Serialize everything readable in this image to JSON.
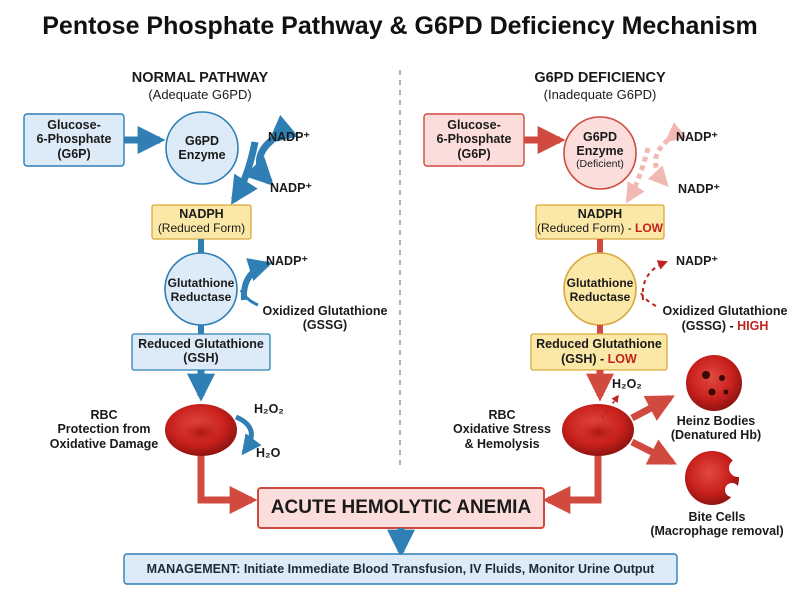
{
  "title": "Pentose Phosphate Pathway & G6PD Deficiency Mechanism",
  "normal": {
    "heading": "NORMAL PATHWAY",
    "subheading": "(Adequate G6PD)",
    "g6p": "Glucose-\n6-Phosphate\n(G6P)",
    "enzyme": "G6PD\nEnzyme",
    "nadp_top": "NADP⁺",
    "nadp_bottom": "NADP⁺",
    "nadph": "NADPH",
    "nadph_sub": "(Reduced Form)",
    "reductase": "Glutathione\nReductase",
    "nadp_red": "NADP⁺",
    "gssg": "Oxidized Glutathione\n(GSSG)",
    "gsh": "Reduced Glutathione\n(GSH)",
    "rbc_label": "RBC\nProtection from\nOxidative Damage",
    "h2o2": "H₂O₂",
    "h2o": "H₂O"
  },
  "deficiency": {
    "heading": "G6PD DEFICIENCY",
    "subheading": "(Inadequate G6PD)",
    "g6p": "Glucose-\n6-Phosphate\n(G6P)",
    "enzyme": "G6PD\nEnzyme",
    "enzyme_sub": "(Deficient)",
    "nadp_top": "NADP⁺",
    "nadp_bottom": "NADP⁺",
    "nadph": "NADPH",
    "nadph_sub": "(Reduced Form) - ",
    "nadph_flag": "LOW",
    "reductase": "Glutathione\nReductase",
    "nadp_red": "NADP⁺",
    "gssg": "Oxidized Glutathione",
    "gssg_sub": "(GSSG) - ",
    "gssg_flag": "HIGH",
    "gsh": "Reduced Glutathione",
    "gsh_sub": "(GSH) - ",
    "gsh_flag": "LOW",
    "h2o2": "H₂O₂",
    "rbc_label": "RBC\nOxidative Stress\n& Hemolysis",
    "heinz": "Heinz Bodies\n(Denatured Hb)",
    "bite": "Bite Cells\n(Macrophage removal)"
  },
  "outcome": "ACUTE HEMOLYTIC ANEMIA",
  "management": "MANAGEMENT: Initiate Immediate Blood Transfusion, IV Fluids, Monitor Urine Output",
  "colors": {
    "blue": "#2f7fb5",
    "blue_fill": "#dcebf7",
    "red": "#d04a3f",
    "red_fill": "#fbdedb",
    "yellow_fill": "#fbe7a6",
    "yellow_stroke": "#d9a93a",
    "rbc": "#c8201c"
  }
}
